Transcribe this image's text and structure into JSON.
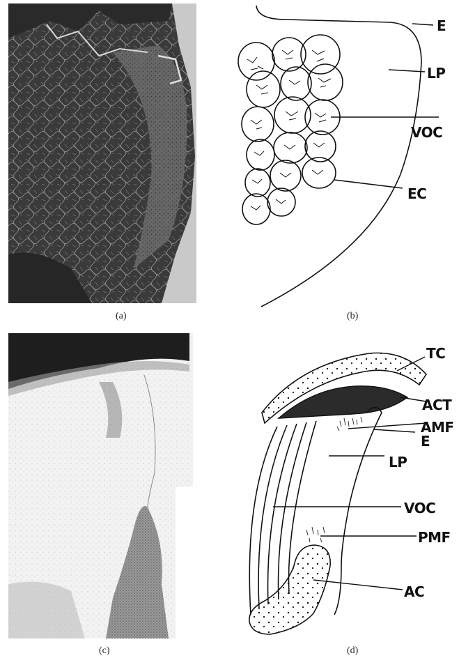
{
  "captions": {
    "a": "(a)",
    "b": "(b)",
    "c": "(c)",
    "d": "(d)"
  },
  "labels_b": {
    "E": "E",
    "LP": "LP",
    "VOC": "VOC",
    "EC": "EC"
  },
  "labels_d": {
    "TC": "TC",
    "ACT": "ACT",
    "AMF": "AMF",
    "E": "E",
    "LP": "LP",
    "VOC": "VOC",
    "PMF": "PMF",
    "AC": "AC"
  },
  "colors": {
    "ink": "#111111",
    "stain_dark": "#2d2d2d",
    "stain_mid": "#6f6f6f",
    "paper": "#ffffff"
  }
}
